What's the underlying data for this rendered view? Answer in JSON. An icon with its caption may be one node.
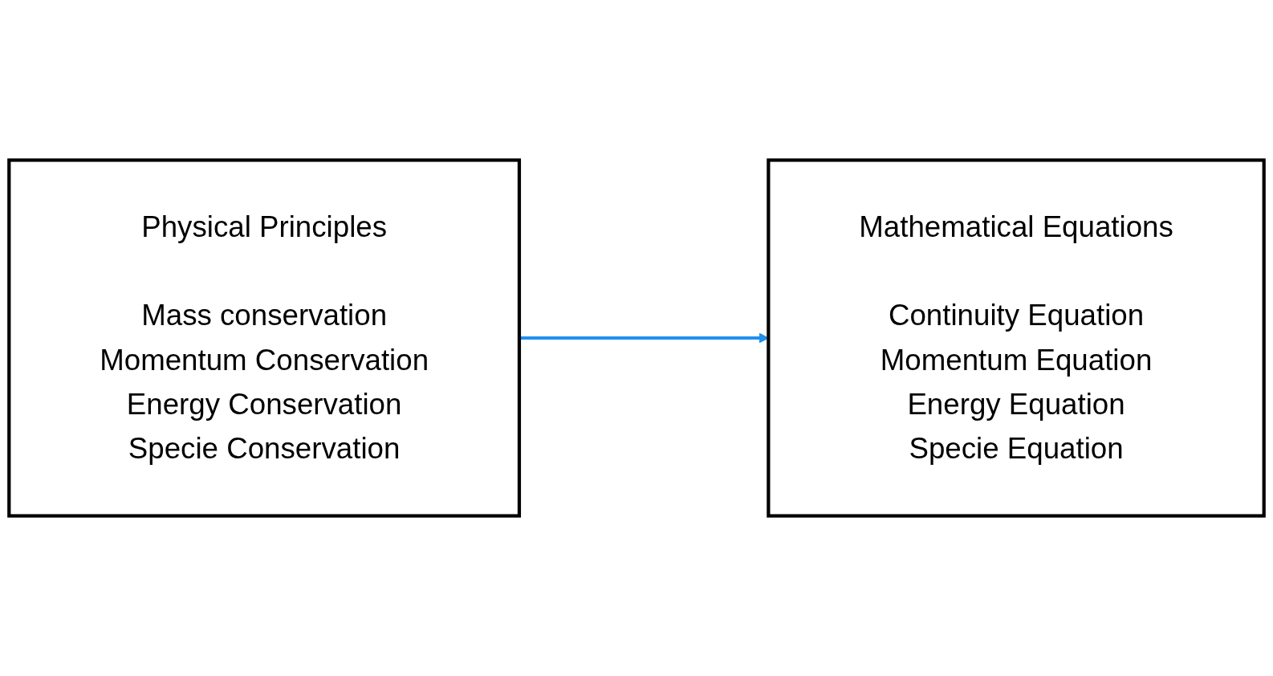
{
  "diagram": {
    "nodes": [
      {
        "text": [
          "Physical Principles",
          "Mass conservation",
          "Momentum Conservation",
          "Energy Conservation",
          "Specie Conservation"
        ]
      },
      {
        "text": [
          "Mathematical Equations",
          "Continuity Equation",
          "Momentum Equation",
          "Energy Equation",
          "Specie Equation"
        ]
      }
    ],
    "edges": [
      {
        "from": 0,
        "to": 1,
        "arrow": "to"
      }
    ]
  }
}
